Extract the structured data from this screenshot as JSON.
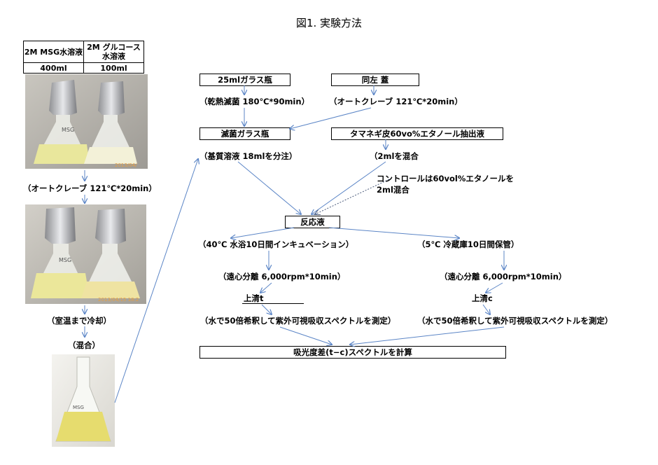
{
  "title": "図1. 実験方法",
  "reagents": {
    "col1_name": "2M MSG水溶液",
    "col1_volume": "400ml",
    "col2_name": "2M グルコース水溶液",
    "col2_volume": "100ml"
  },
  "photos": {
    "photo1_date": "2013/04/",
    "photo2_date": "2013/04/15 18:2",
    "flask_label": "MSG"
  },
  "left_steps": {
    "autoclave": "（オートクレーブ 121℃*20min）",
    "cool": "（室温まで冷却）",
    "mix": "（混合）"
  },
  "center": {
    "bottle": "25mlガラス瓶",
    "dry_sterilization": "（乾熱滅菌 180℃*90min）",
    "sterile_bottle": "滅菌ガラス瓶",
    "dispense": "（基質溶液 18mlを分注）",
    "reaction": "反応液",
    "incubation": "（40℃ 水浴10日間インキュベーション）",
    "centrifuge_t": "（遠心分離 6,000rpm*10min）",
    "supernatant_t": "上清t",
    "measure_t": "（水で50倍希釈して紫外可視吸収スペクトルを測定）",
    "result": "吸光度差(t−c)スペクトルを計算"
  },
  "right": {
    "lid": "同左 蓋",
    "autoclave": "（オートクレーブ 121℃*20min）",
    "extract": "タマネギ皮60vo%エタノール抽出液",
    "mix": "（2mlを混合",
    "control_note_line1": "コントロールは60vol%エタノールを",
    "control_note_line2": "2ml混合",
    "storage": "（5℃ 冷蔵庫10日間保管）",
    "centrifuge_c": "（遠心分離 6,000rpm*10min）",
    "supernatant_c": "上清c",
    "measure_c": "（水で50倍希釈して紫外可視吸収スペクトルを測定）"
  },
  "colors": {
    "arrow": "#5b85c6",
    "text": "#000000"
  }
}
